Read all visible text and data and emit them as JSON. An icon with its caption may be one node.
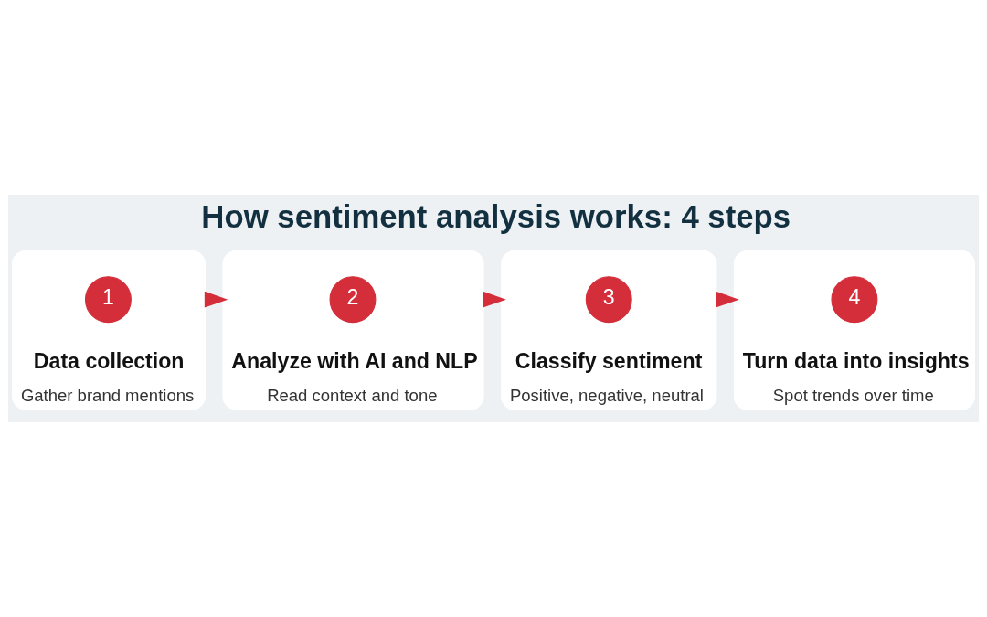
{
  "diagram": {
    "title": "How sentiment analysis works: 4 steps",
    "nodes": [
      {
        "text": [
          "Data collection",
          "Gather brand mentions"
        ]
      },
      {
        "text": [
          "1"
        ],
        "in": 0
      },
      {
        "text": [
          "Analyze with AI and NLP",
          "Read context and tone"
        ]
      },
      {
        "text": [
          "2"
        ],
        "in": 2
      },
      {
        "text": [
          "Classify sentiment",
          "Positive, negative, neutral"
        ]
      },
      {
        "text": [
          "3"
        ],
        "in": 4
      },
      {
        "text": [
          "Turn data into insights",
          "Spot trends over time"
        ]
      },
      {
        "text": [
          "4"
        ],
        "in": 6
      }
    ],
    "edges": [
      {
        "from": 0,
        "to": 2,
        "arrow": "to"
      },
      {
        "from": 2,
        "to": 4,
        "arrow": "to"
      },
      {
        "from": 4,
        "to": 6,
        "arrow": "to"
      }
    ]
  }
}
